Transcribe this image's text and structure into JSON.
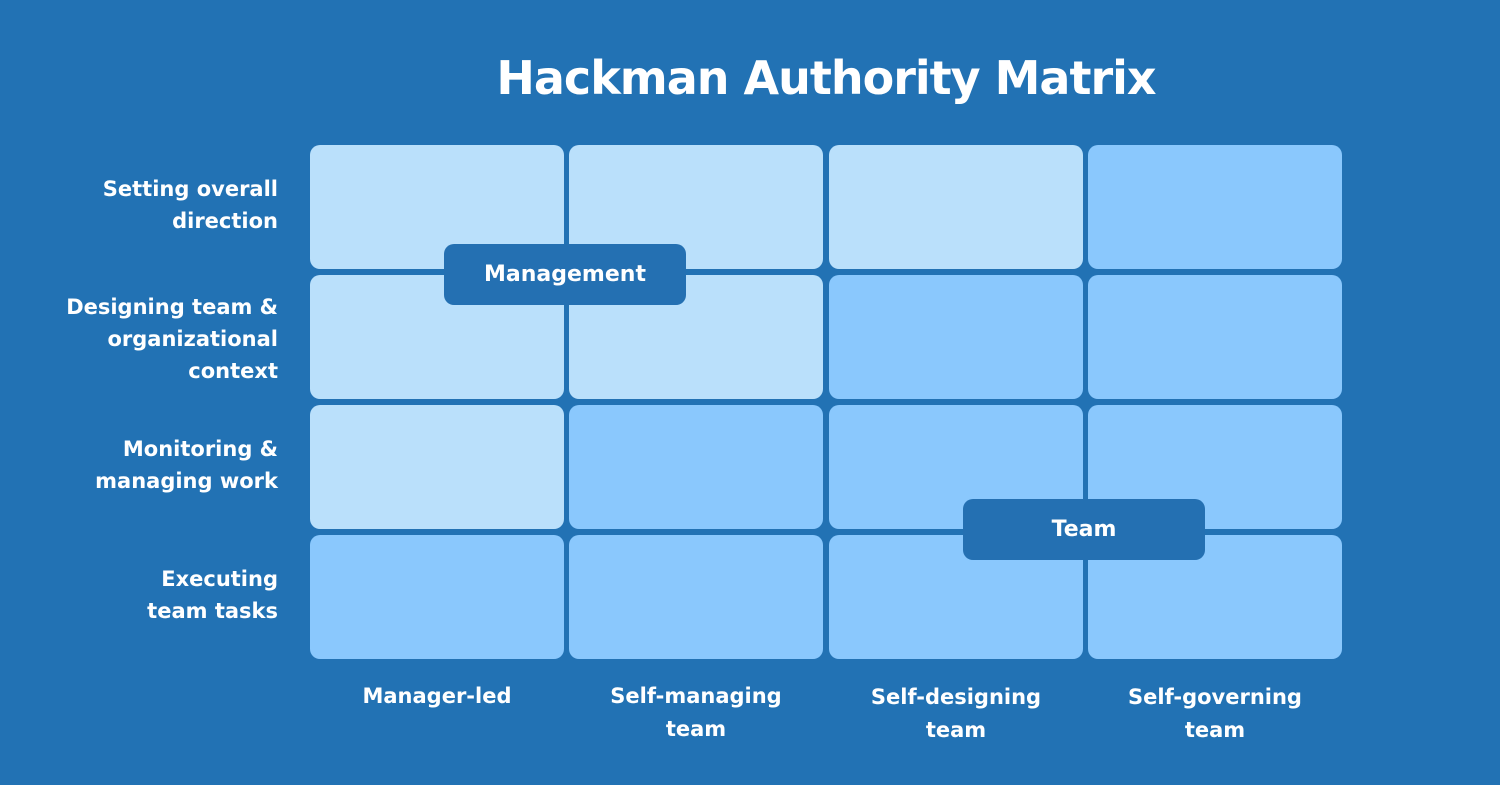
{
  "title": "Hackman Authority Matrix",
  "rows": [
    "Setting overall\ndirection",
    "Designing team &\norganizational\ncontext",
    "Monitoring &\nmanaging work",
    "Executing\nteam tasks"
  ],
  "columns": [
    "Manager-led",
    "Self-managing\nteam",
    "Self-designing\nteam",
    "Self-governing\nteam"
  ],
  "regions": {
    "management": "Management",
    "team": "Team"
  },
  "colors": {
    "background": "#2272b4",
    "management_cell": "#bae0fb",
    "team_cell": "#8ac8fd",
    "label_badge": "#2470b2"
  }
}
